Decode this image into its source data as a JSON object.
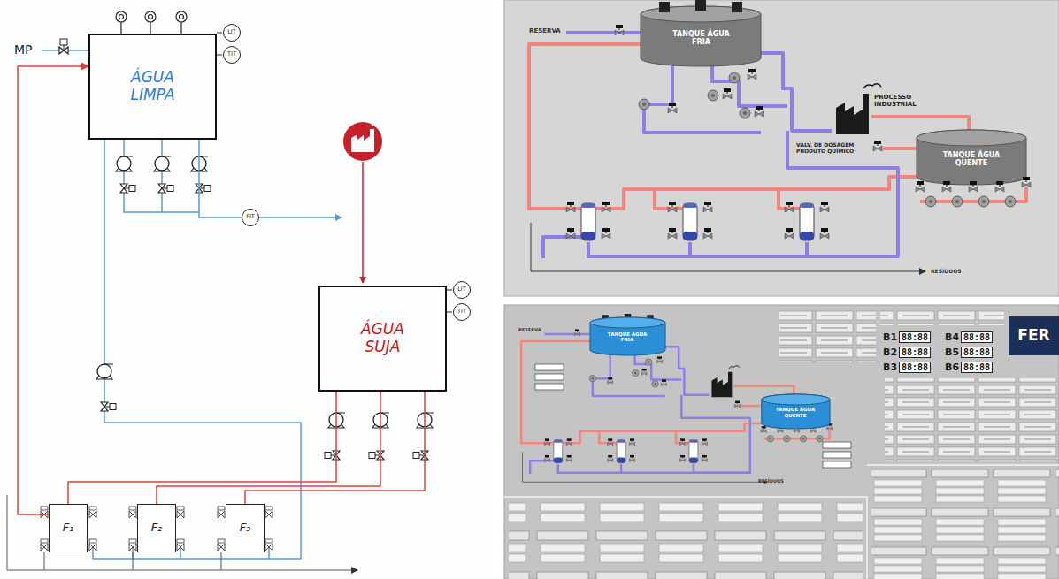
{
  "diagram": {
    "nodes": [
      {
        "text": [
          "ÁGUA LIMPA"
        ]
      },
      {
        "text": [
          "LIT"
        ]
      },
      {
        "text": [
          "TIT"
        ]
      },
      {
        "text": [
          "FIT"
        ]
      },
      {
        "text": [
          "ÁGUA SUJA"
        ]
      },
      {
        "text": [
          "LIT"
        ]
      },
      {
        "text": [
          "TIT"
        ]
      },
      {
        "text": [
          "F₁"
        ]
      },
      {
        "text": [
          "F₂"
        ]
      },
      {
        "text": [
          "F₃"
        ]
      },
      {
        "text": [
          "TANQUE ÁGUA FRIA"
        ]
      },
      {
        "text": [
          "TANQUE ÁGUA QUENTE"
        ]
      },
      {
        "text": [
          "TANQUE ÁGUA FRIA"
        ]
      },
      {
        "text": [
          "TANQUE ÁGUA QUENTE"
        ]
      },
      {
        "text": [
          "FER"
        ]
      }
    ],
    "edges": [
      {
        "from": 0,
        "to": 3,
        "arrow": "none"
      },
      {
        "from": 4,
        "to": 7,
        "arrow": "none"
      },
      {
        "from": 4,
        "to": 8,
        "arrow": "none"
      },
      {
        "from": 4,
        "to": 9,
        "arrow": "none"
      },
      {
        "from": 7,
        "to": 0,
        "arrow": "to"
      }
    ],
    "labels": [
      "MP",
      "RESERVA",
      "PROCESSO INDUSTRIAL",
      "VALV. DE DOSAGEM PRODUTO QUÍMICO",
      "RESÍDUOS",
      "RESERVA",
      "RESÍDUOS",
      "B1",
      "88:88",
      "B4",
      "88:88",
      "B2",
      "88:88",
      "B5",
      "88:88",
      "B3",
      "88:88",
      "B6",
      "88:88"
    ]
  }
}
